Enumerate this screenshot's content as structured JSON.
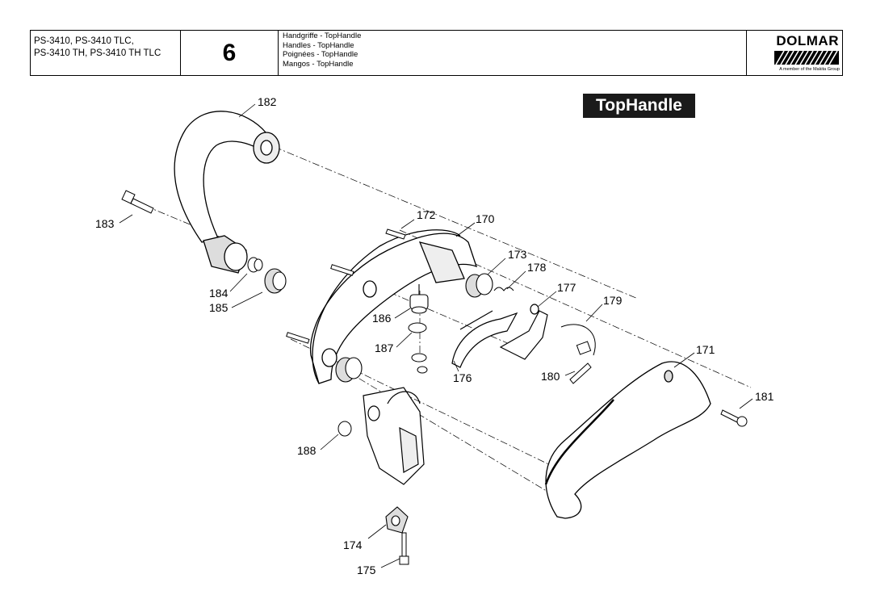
{
  "header": {
    "models": [
      "PS-3410, PS-3410 TLC,",
      "PS-3410 TH, PS-3410 TH TLC"
    ],
    "page_number": "6",
    "titles": [
      "Handgriffe - TopHandle",
      "Handles - TopHandle",
      "Poignées - TopHandle",
      "Mangos - TopHandle"
    ],
    "logo": {
      "brand": "DOLMAR",
      "tagline": "A member of the Makita Group"
    }
  },
  "badge": "TopHandle",
  "colors": {
    "ink": "#000000",
    "badge_bg": "#1a1a1a",
    "part_fill": "#ffffff",
    "shade": "#d9d9d9"
  },
  "parts": {
    "p170": "170",
    "p171": "171",
    "p172": "172",
    "p173": "173",
    "p174": "174",
    "p175": "175",
    "p176": "176",
    "p177": "177",
    "p178": "178",
    "p179": "179",
    "p180": "180",
    "p181": "181",
    "p182": "182",
    "p183": "183",
    "p184": "184",
    "p185": "185",
    "p186": "186",
    "p187": "187",
    "p188": "188"
  }
}
